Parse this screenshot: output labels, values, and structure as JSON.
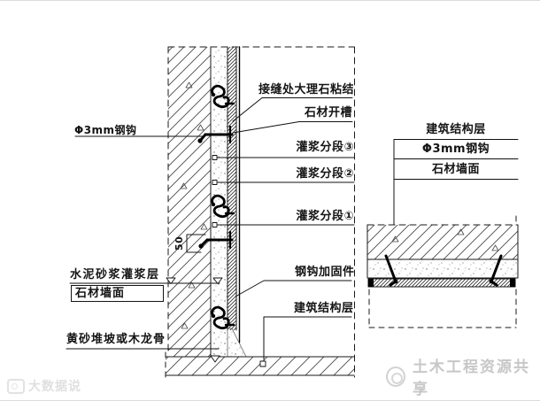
{
  "diagram": {
    "line_color": "#1a1a1a",
    "labels": {
      "hook_left": "Φ3mm钢钩",
      "joint_marble": "接缝处大理石粘结",
      "stone_slot": "石材开槽",
      "grout_seg_3": "灌浆分段③",
      "grout_seg_2": "灌浆分段②",
      "grout_seg_1": "灌浆分段①",
      "cement_grout_layer": "水泥砂浆灌浆层",
      "stone_wall_left": "石材墙面",
      "sand_slope_keel": "黄砂堆坡或木龙骨",
      "hook_fastener": "钢钩加固件",
      "structure_layer_main": "建筑结构层",
      "dim_50": "50"
    },
    "right_detail_labels": {
      "structure_layer": "建筑结构层",
      "hook": "Φ3mm钢钩",
      "stone_wall": "石材墙面"
    }
  },
  "watermarks": {
    "bottom_left_text": "大数据说",
    "bottom_right_text": "土木工程资源共享",
    "color": "#c7c7c7"
  }
}
